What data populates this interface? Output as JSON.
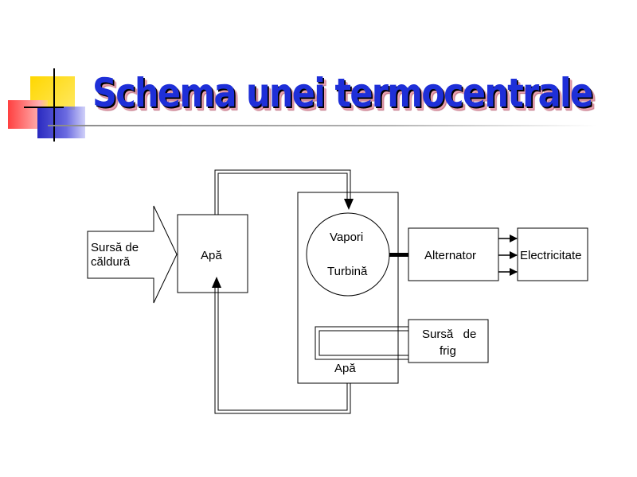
{
  "slide": {
    "title": "Schema unei termocentrale"
  },
  "diagram": {
    "heat_source": [
      "Sursă de",
      "căldură"
    ],
    "water_left": "Apă",
    "steam": "Vapori",
    "turbine": "Turbină",
    "alternator": "Alternator",
    "electricity": "Electricitate",
    "cold_source": [
      "Sursă   de",
      "frig"
    ],
    "water_bottom": "Apă"
  },
  "colors": {
    "title": "#1e2fd8",
    "square_yellow": "#ffd700",
    "square_red": "#ff5a5a",
    "square_blue": "#3a3acc"
  }
}
